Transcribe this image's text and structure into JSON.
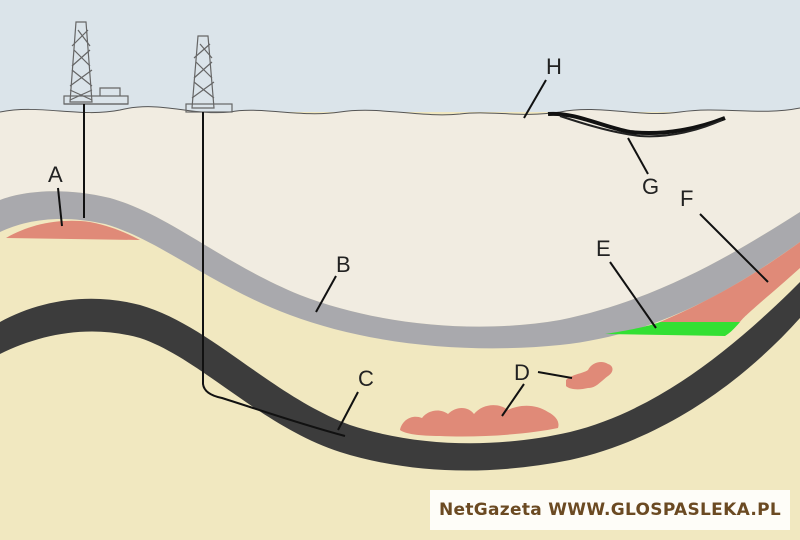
{
  "labels": {
    "a": "A",
    "b": "B",
    "c": "C",
    "d": "D",
    "e": "E",
    "f": "F",
    "g": "G",
    "h": "H"
  },
  "watermark": "NetGazeta WWW.GLOSPASLEKA.PL",
  "colors": {
    "sky": "#dbe4ea",
    "upper_rock": "#f1ece1",
    "lower_rock": "#f1e8c0",
    "cap_rock": "#a9a9ad",
    "shale": "#3c3c3c",
    "gas": "#e08a78",
    "oil": "#33e033",
    "line": "#111111"
  }
}
